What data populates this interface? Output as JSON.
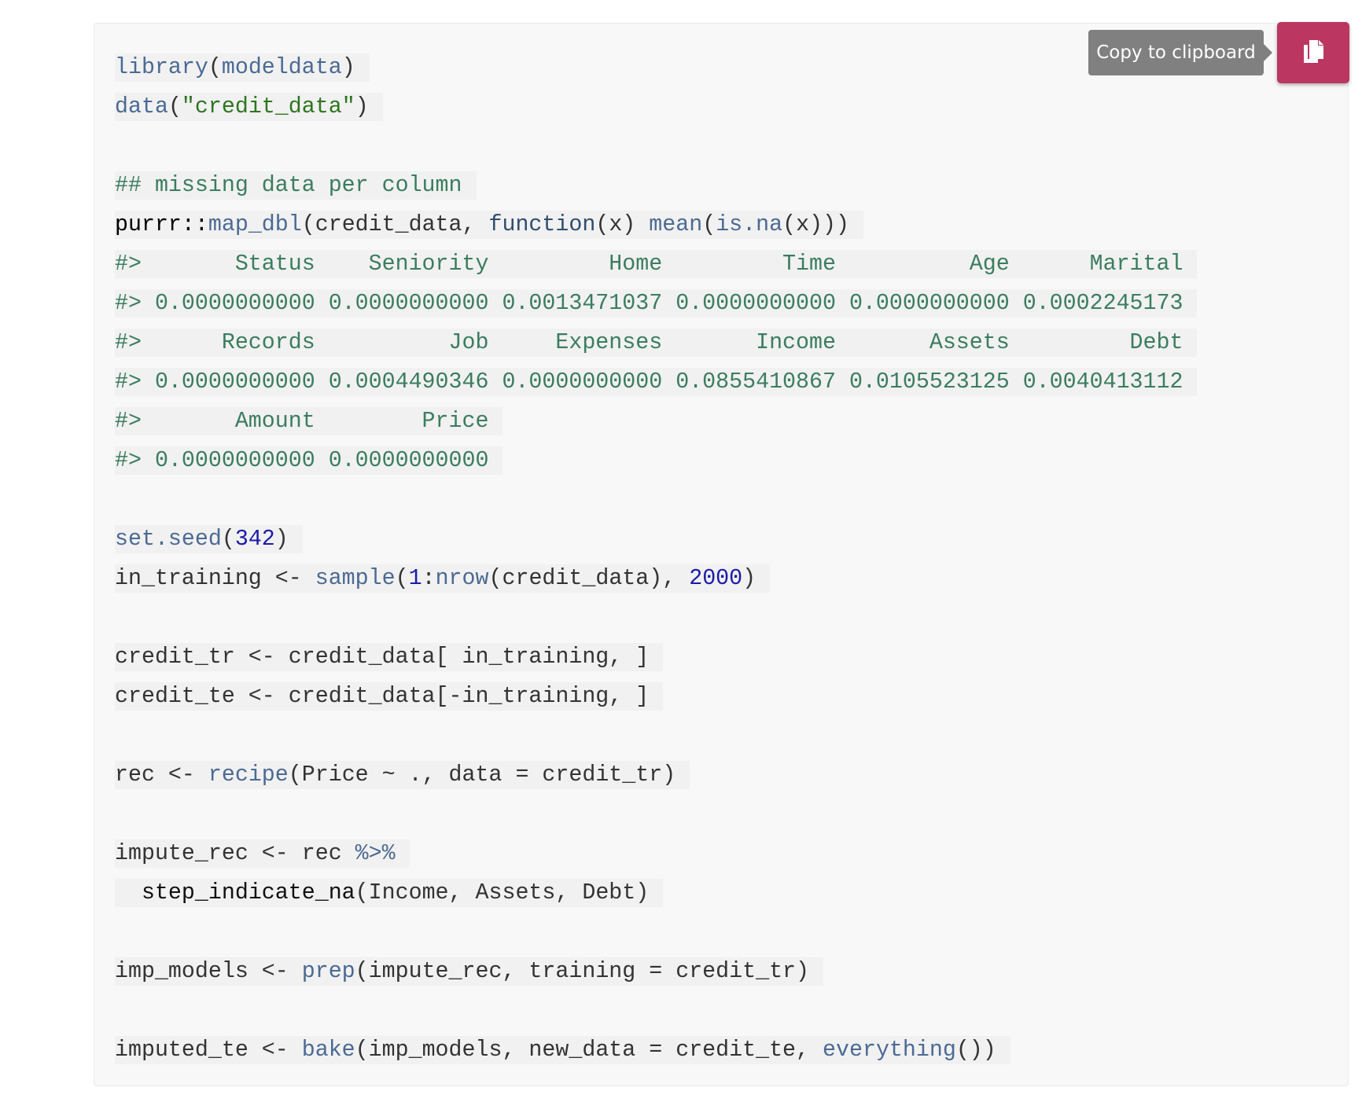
{
  "copy_button": {
    "tooltip": "Copy to clipboard",
    "icon": "clipboard-copy-icon",
    "color": "#bb3660"
  },
  "code": {
    "language": "R",
    "lines": [
      [
        {
          "t": "library",
          "c": "fn"
        },
        {
          "t": "(",
          "c": "plain"
        },
        {
          "t": "modeldata",
          "c": "fn"
        },
        {
          "t": ")",
          "c": "plain"
        }
      ],
      [
        {
          "t": "data",
          "c": "fn"
        },
        {
          "t": "(",
          "c": "plain"
        },
        {
          "t": "\"credit_data\"",
          "c": "str"
        },
        {
          "t": ")",
          "c": "plain"
        }
      ],
      [],
      [
        {
          "t": "## missing data per column",
          "c": "com"
        }
      ],
      [
        {
          "t": "purrr::",
          "c": "ns"
        },
        {
          "t": "map_dbl",
          "c": "fn"
        },
        {
          "t": "(credit_data, ",
          "c": "plain"
        },
        {
          "t": "function",
          "c": "kw"
        },
        {
          "t": "(x) ",
          "c": "plain"
        },
        {
          "t": "mean",
          "c": "fn"
        },
        {
          "t": "(",
          "c": "plain"
        },
        {
          "t": "is.na",
          "c": "fn"
        },
        {
          "t": "(x)))",
          "c": "plain"
        }
      ],
      [
        {
          "t": "#>       Status    Seniority         Home         Time          Age      Marital",
          "c": "out"
        }
      ],
      [
        {
          "t": "#> 0.0000000000 0.0000000000 0.0013471037 0.0000000000 0.0000000000 0.0002245173",
          "c": "out"
        }
      ],
      [
        {
          "t": "#>      Records          Job     Expenses       Income       Assets         Debt",
          "c": "out"
        }
      ],
      [
        {
          "t": "#> 0.0000000000 0.0004490346 0.0000000000 0.0855410867 0.0105523125 0.0040413112",
          "c": "out"
        }
      ],
      [
        {
          "t": "#>       Amount        Price",
          "c": "out"
        }
      ],
      [
        {
          "t": "#> 0.0000000000 0.0000000000",
          "c": "out"
        }
      ],
      [],
      [
        {
          "t": "set.seed",
          "c": "fn"
        },
        {
          "t": "(",
          "c": "plain"
        },
        {
          "t": "342",
          "c": "num"
        },
        {
          "t": ")",
          "c": "plain"
        }
      ],
      [
        {
          "t": "in_training <- ",
          "c": "plain"
        },
        {
          "t": "sample",
          "c": "fn"
        },
        {
          "t": "(",
          "c": "plain"
        },
        {
          "t": "1",
          "c": "num"
        },
        {
          "t": ":",
          "c": "plain"
        },
        {
          "t": "nrow",
          "c": "fn"
        },
        {
          "t": "(credit_data), ",
          "c": "plain"
        },
        {
          "t": "2000",
          "c": "num"
        },
        {
          "t": ")",
          "c": "plain"
        }
      ],
      [],
      [
        {
          "t": "credit_tr <- credit_data[ in_training, ]",
          "c": "plain"
        }
      ],
      [
        {
          "t": "credit_te <- credit_data[-in_training, ]",
          "c": "plain"
        }
      ],
      [],
      [
        {
          "t": "rec <- ",
          "c": "plain"
        },
        {
          "t": "recipe",
          "c": "fn"
        },
        {
          "t": "(Price ~ ., data = credit_tr)",
          "c": "plain"
        }
      ],
      [],
      [
        {
          "t": "impute_rec <- rec ",
          "c": "plain"
        },
        {
          "t": "%>%",
          "c": "op"
        }
      ],
      [
        {
          "t": "  ",
          "c": "plain"
        },
        {
          "t": "step_indicate_na",
          "c": "black"
        },
        {
          "t": "(Income, Assets, Debt)",
          "c": "plain"
        }
      ],
      [],
      [
        {
          "t": "imp_models <- ",
          "c": "plain"
        },
        {
          "t": "prep",
          "c": "fn"
        },
        {
          "t": "(impute_rec, training = credit_tr)",
          "c": "plain"
        }
      ],
      [],
      [
        {
          "t": "imputed_te <- ",
          "c": "plain"
        },
        {
          "t": "bake",
          "c": "fn"
        },
        {
          "t": "(imp_models, new_data = credit_te, ",
          "c": "plain"
        },
        {
          "t": "everything",
          "c": "fn"
        },
        {
          "t": "())",
          "c": "plain"
        }
      ]
    ]
  },
  "colors": {
    "background": "#f8f8f8",
    "function": "#4b6a94",
    "keyword": "#2f4e6e",
    "string": "#2e7520",
    "number": "#1b1ba8",
    "comment_output": "#3b7d5f",
    "text": "#333333",
    "tooltip_bg": "#808080"
  }
}
